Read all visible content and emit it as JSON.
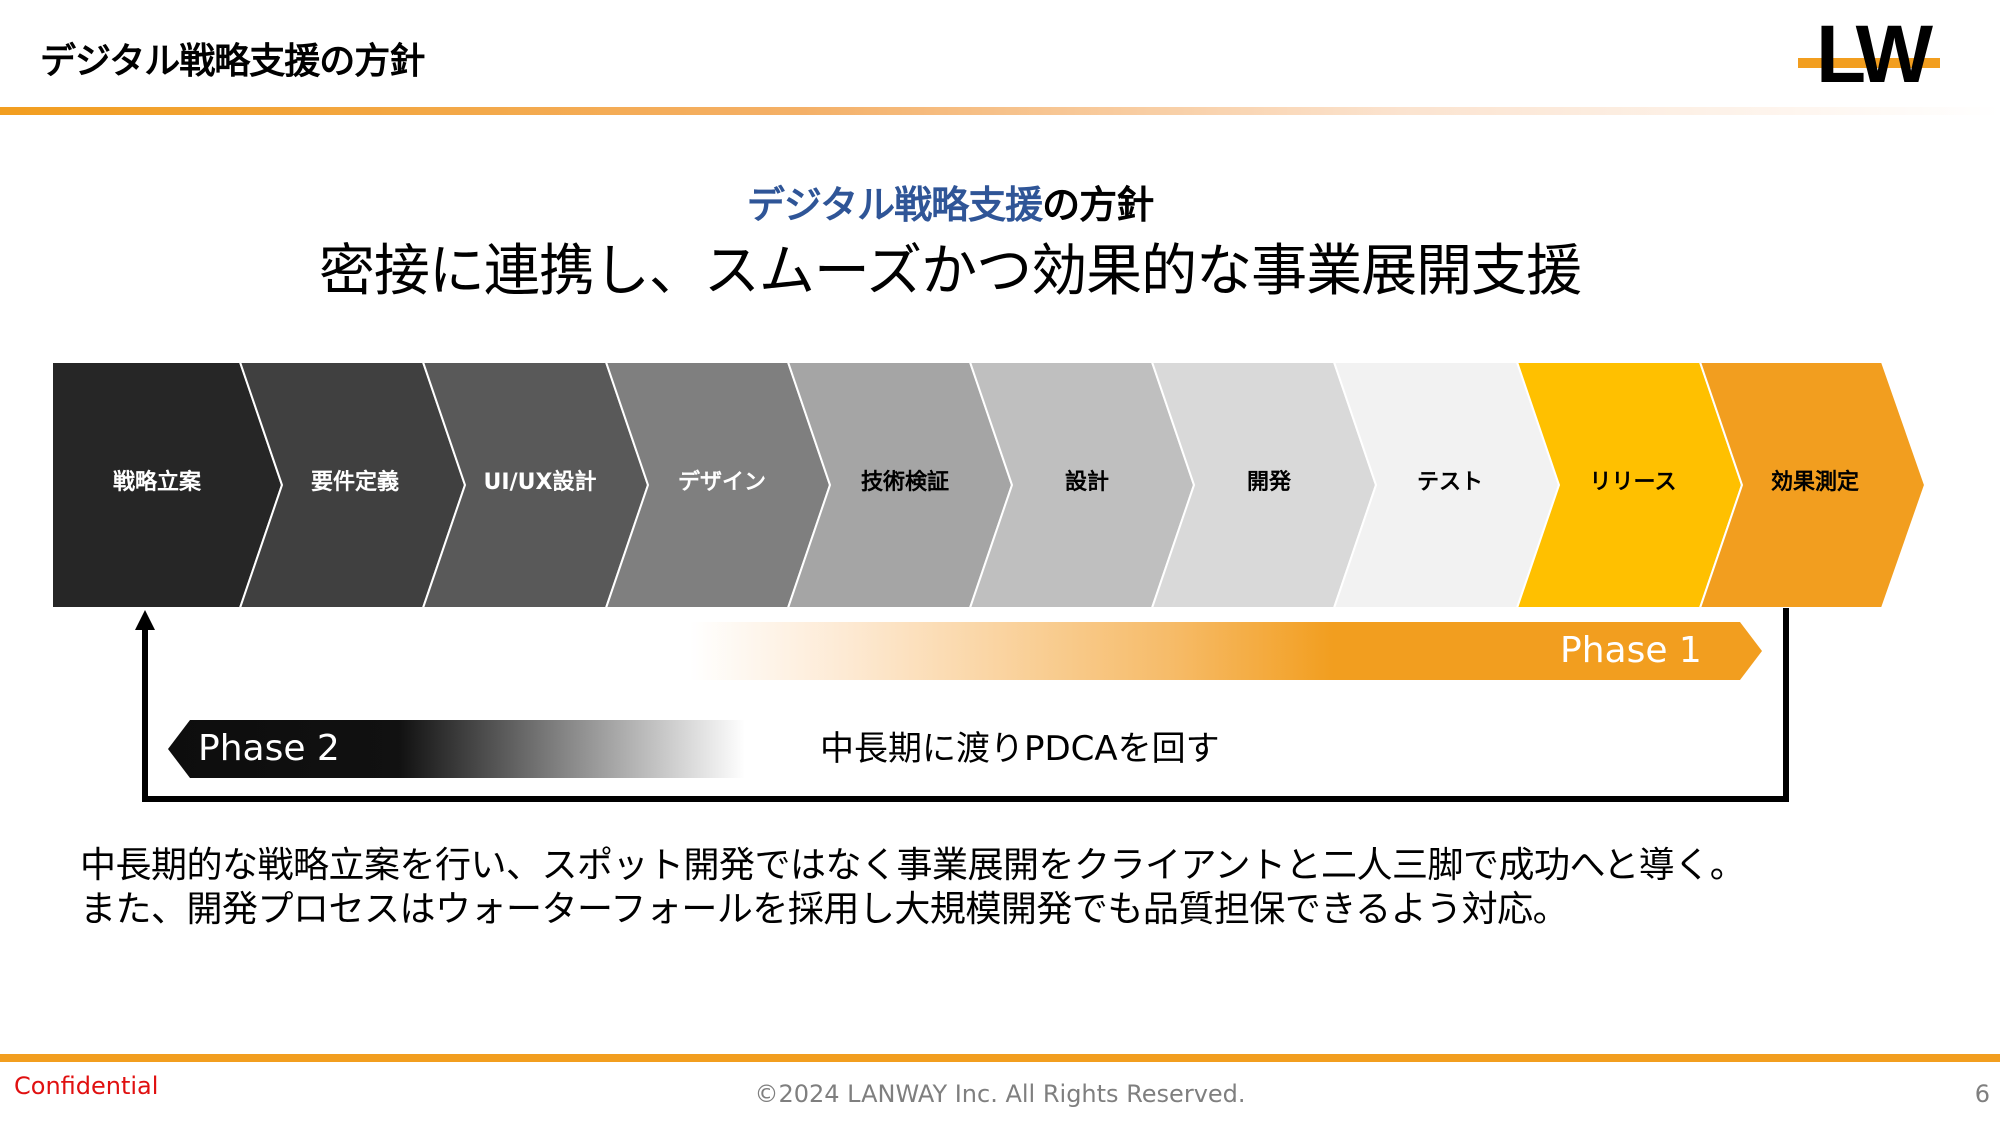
{
  "header": {
    "title": "デジタル戦略支援の方針",
    "logo_text": "LW",
    "accent_color": "#f29e1f"
  },
  "titles": {
    "subtitle_highlight": "デジタル戦略支援",
    "subtitle_rest": "の方針",
    "subtitle_highlight_color": "#2f5597",
    "main_heading": "密接に連携し、スムーズかつ効果的な事業展開支援"
  },
  "process": {
    "steps": [
      {
        "label": "戦略立案",
        "fill": "#262626",
        "text_color": "#ffffff"
      },
      {
        "label": "要件定義",
        "fill": "#404040",
        "text_color": "#ffffff"
      },
      {
        "label": "UI/UX設計",
        "fill": "#595959",
        "text_color": "#ffffff"
      },
      {
        "label": "デザイン",
        "fill": "#7f7f7f",
        "text_color": "#ffffff"
      },
      {
        "label": "技術検証",
        "fill": "#a5a5a5",
        "text_color": "#000000"
      },
      {
        "label": "設計",
        "fill": "#bfbfbf",
        "text_color": "#000000"
      },
      {
        "label": "開発",
        "fill": "#d9d9d9",
        "text_color": "#000000"
      },
      {
        "label": "テスト",
        "fill": "#f2f2f2",
        "text_color": "#000000"
      },
      {
        "label": "リリース",
        "fill": "#ffc000",
        "text_color": "#000000"
      },
      {
        "label": "効果測定",
        "fill": "#f29e1f",
        "text_color": "#000000"
      }
    ]
  },
  "phases": {
    "phase1": {
      "label": "Phase 1",
      "color": "#f29e1f"
    },
    "phase2": {
      "label": "Phase 2",
      "color": "#0d0d0d"
    },
    "loop_caption": "中長期に渡りPDCAを回す"
  },
  "body": {
    "line1": "中長期的な戦略立案を行い、スポット開発ではなく事業展開をクライアントと二人三脚で成功へと導く。",
    "line2": "また、開発プロセスはウォーターフォールを採用し大規模開発でも品質担保できるよう対応。"
  },
  "footer": {
    "confidential": "Confidential",
    "copyright": "©2024 LANWAY Inc. All Rights Reserved.",
    "page_number": "6"
  }
}
